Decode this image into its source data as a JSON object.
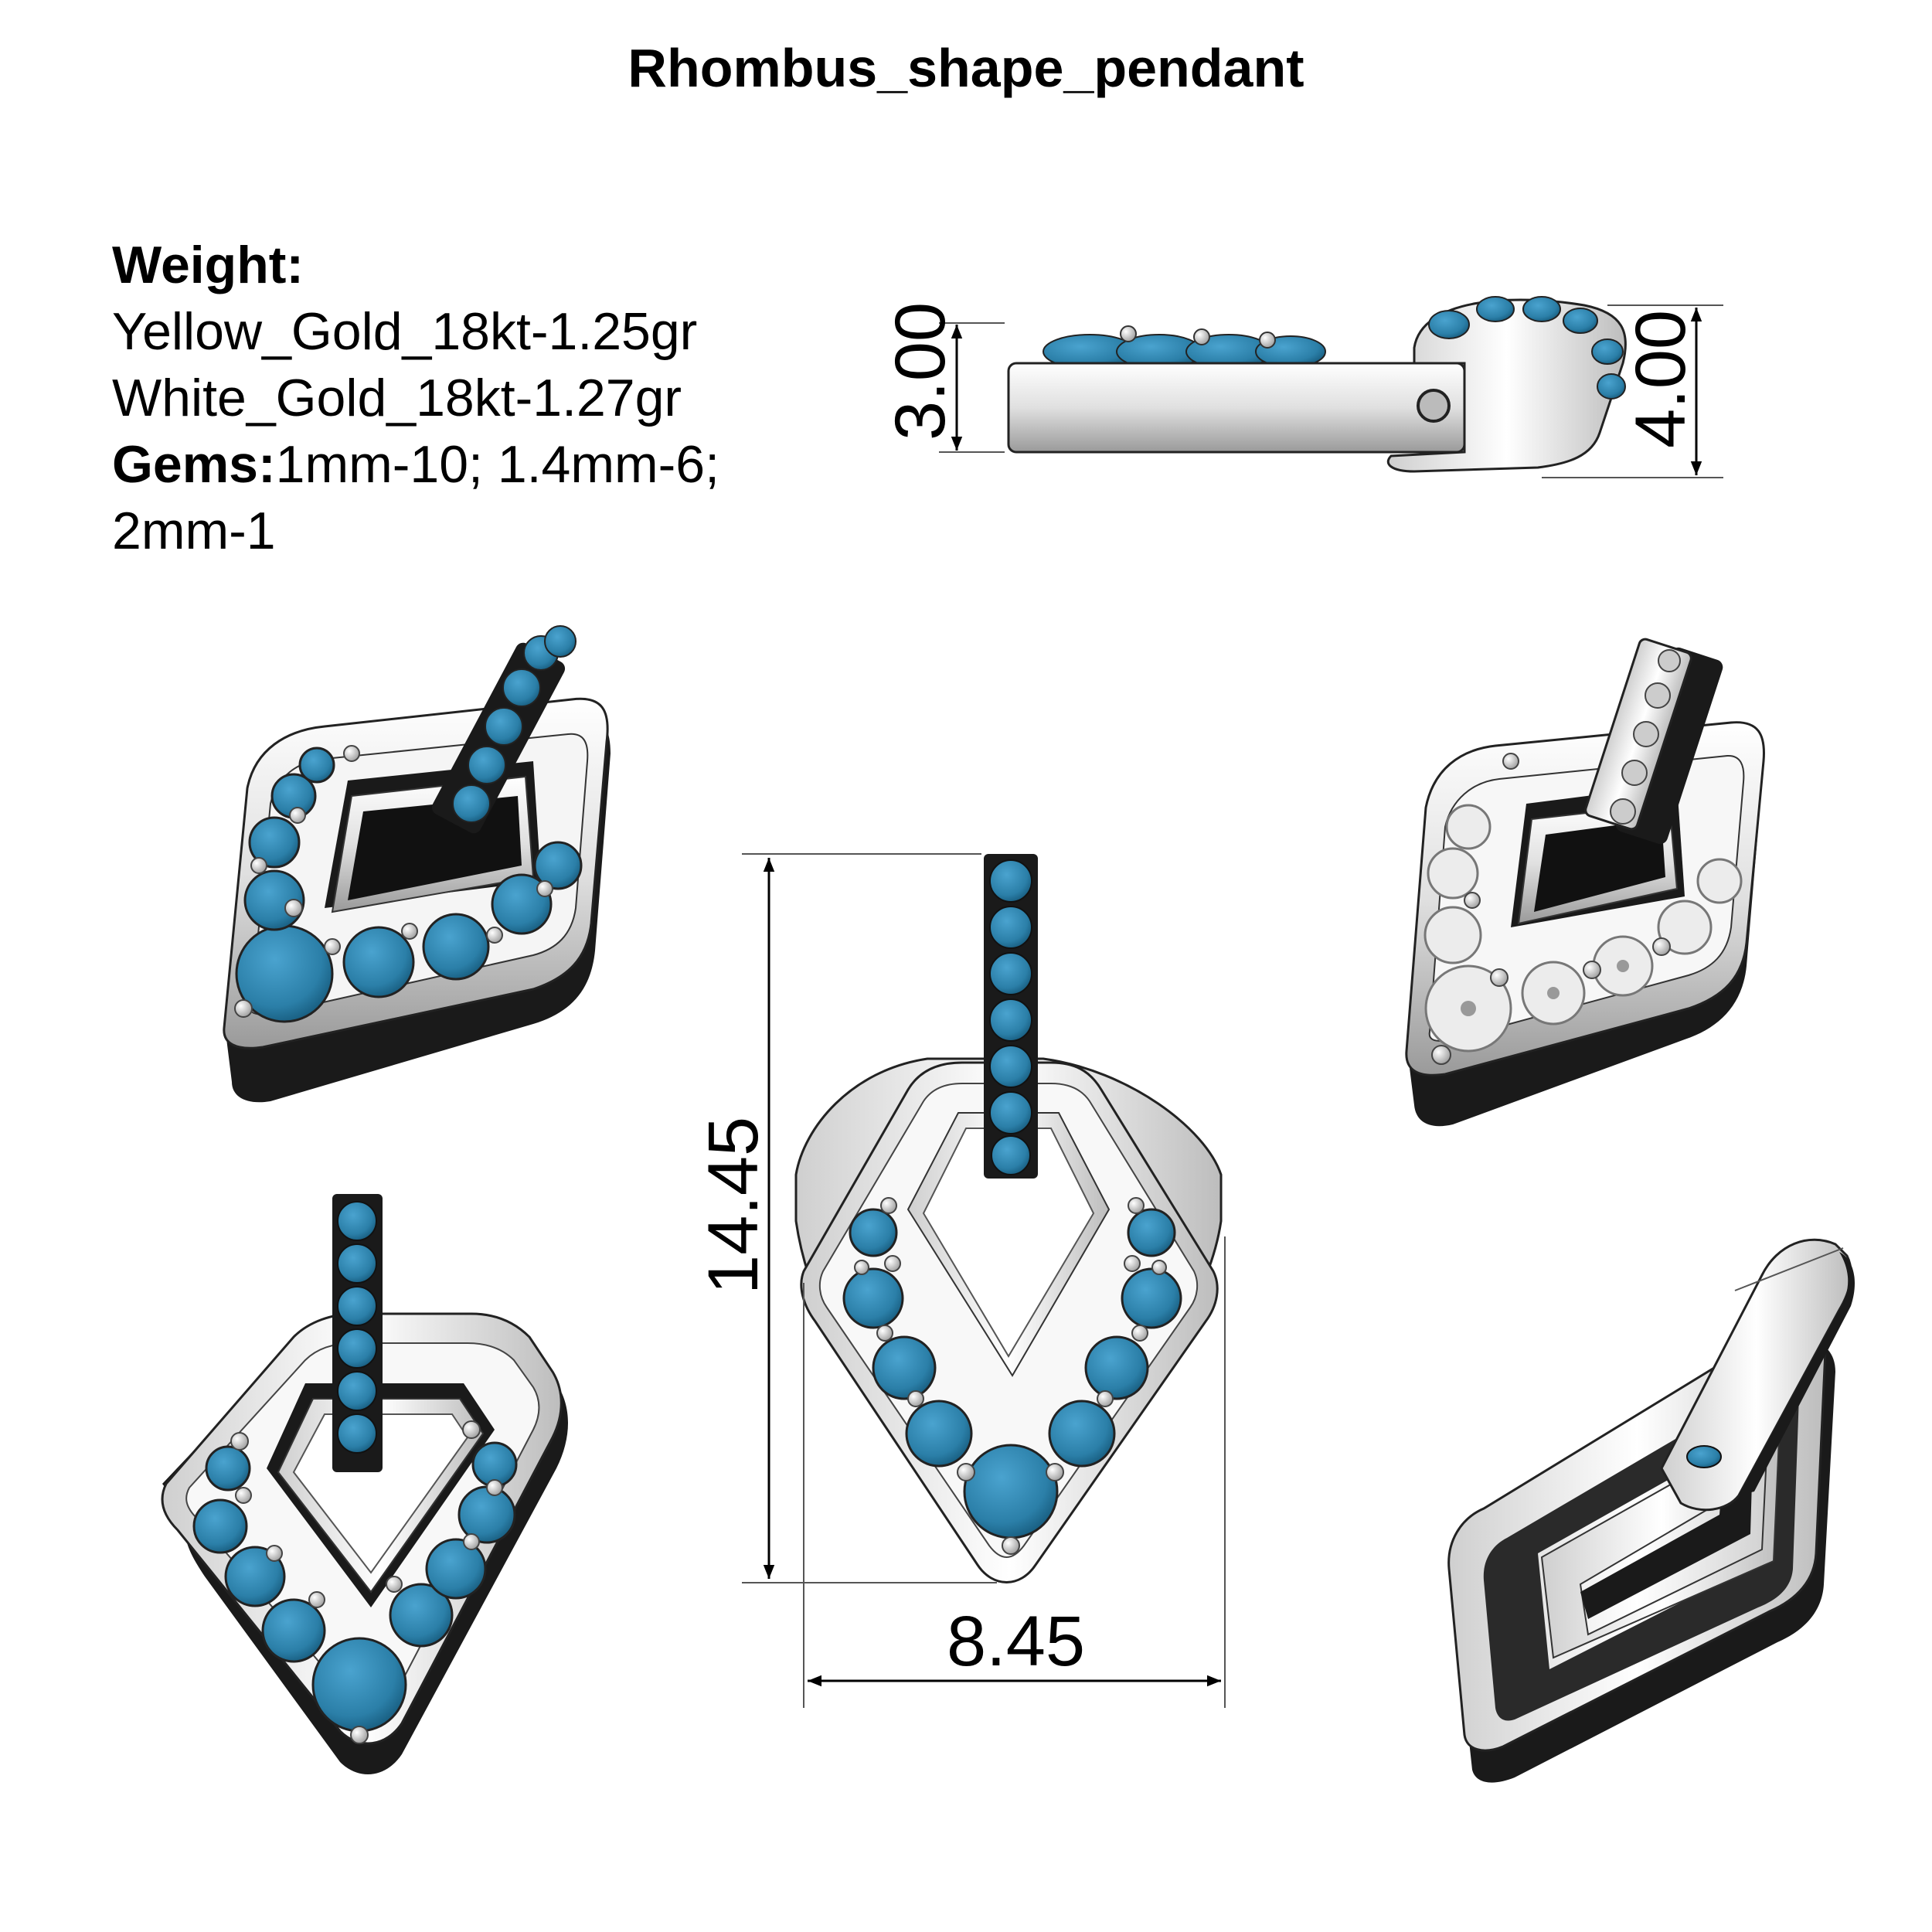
{
  "title": "Rhombus_shape_pendant",
  "specs": {
    "weight_label": "Weight:",
    "yellow_gold": "Yellow_Gold_18kt-1.25gr",
    "white_gold": "White_Gold_18kt-1.27gr",
    "gems_label": "Gems:",
    "gems_value": "1mm-10; 1.4mm-6;",
    "gems_value_2": "2mm-1"
  },
  "dimensions": {
    "side_thickness": "3.00",
    "side_bail_height": "4.00",
    "front_height": "14.45",
    "front_width": "8.45"
  },
  "colors": {
    "gem": "#2b7fa8",
    "metal": "#e8e8e8",
    "shadow": "#1a1a1a",
    "outline": "#222222"
  }
}
